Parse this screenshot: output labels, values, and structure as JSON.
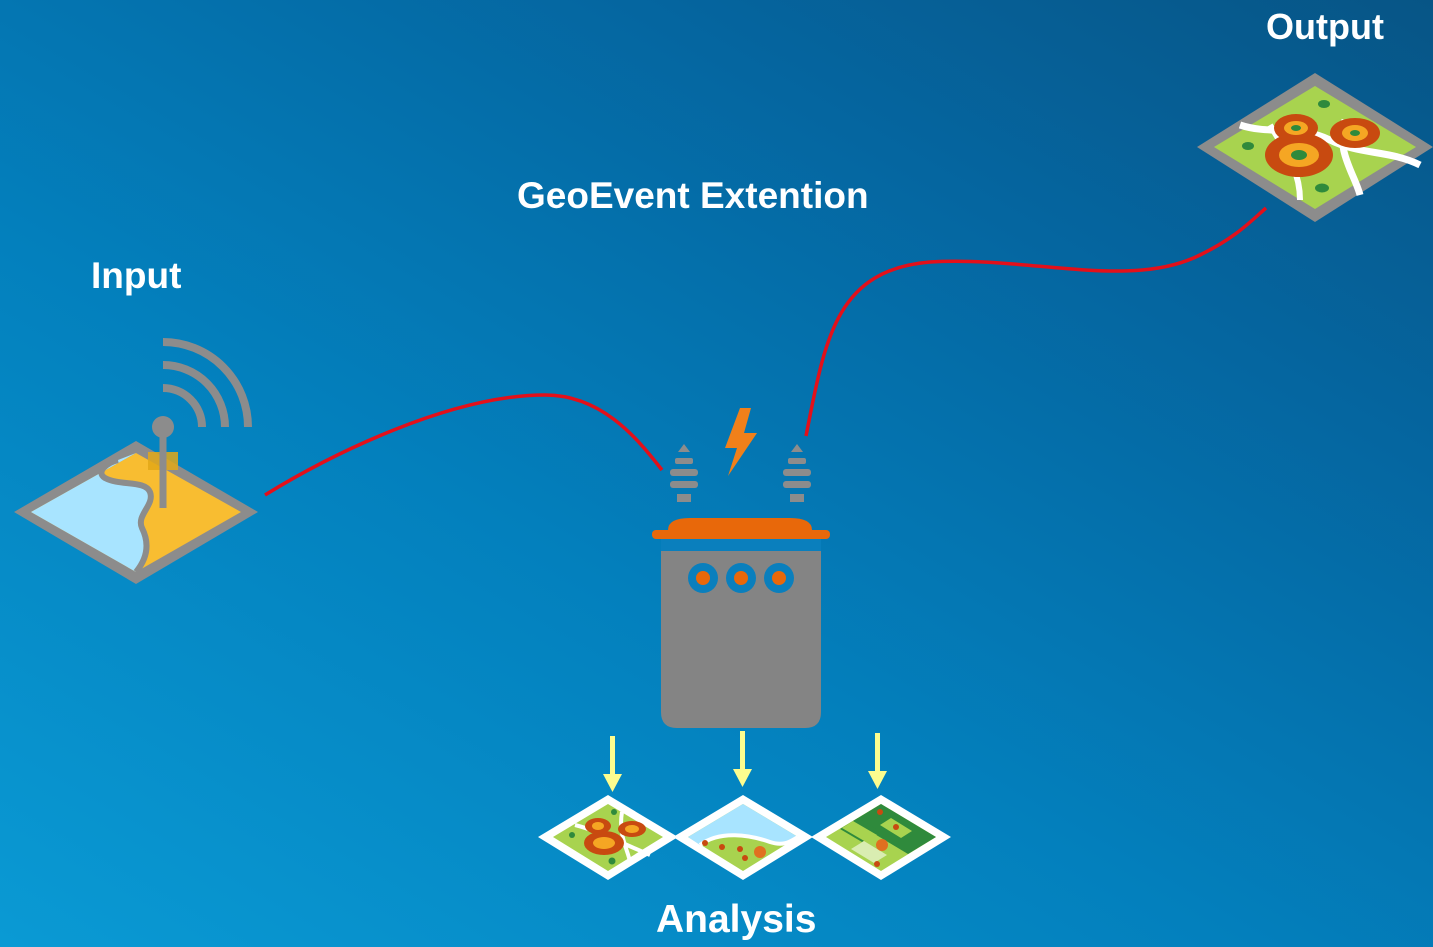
{
  "labels": {
    "output": "Output",
    "geoevent": "GeoEvent Extention",
    "input": "Input",
    "analysis": "Analysis"
  },
  "icons": {
    "input": "sensor-map-icon",
    "server": "geoevent-server-icon",
    "output": "output-map-icon",
    "analysis": [
      "hotspot-map-icon",
      "river-map-icon",
      "landuse-map-icon"
    ]
  },
  "colors": {
    "background": "#0a7fbd",
    "connector": "#e3101a",
    "server_body": "#848484",
    "server_accent": "#e8680a",
    "analysis_arrow": "#fdfd8f"
  }
}
